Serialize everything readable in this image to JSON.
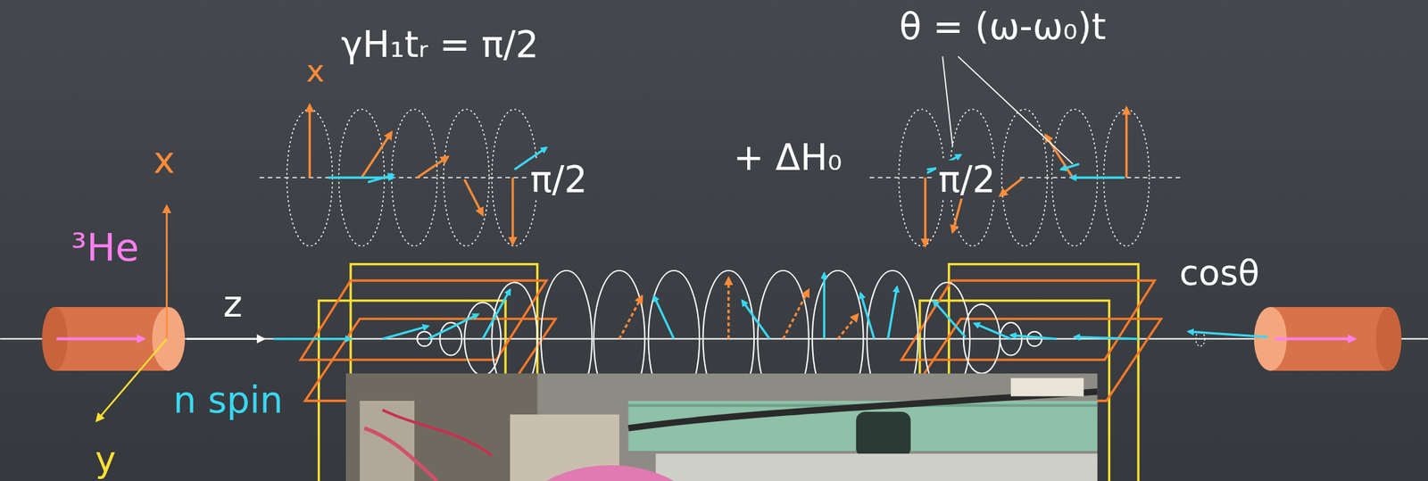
{
  "diagram": {
    "labels": [
      "γH₁tᵣ = π/2",
      "θ = (ω-ω₀)t",
      "x",
      "π/2",
      "+ ΔH₀",
      "π/2",
      "x",
      "³He",
      "z",
      "cosθ",
      "n spin",
      "y"
    ]
  }
}
